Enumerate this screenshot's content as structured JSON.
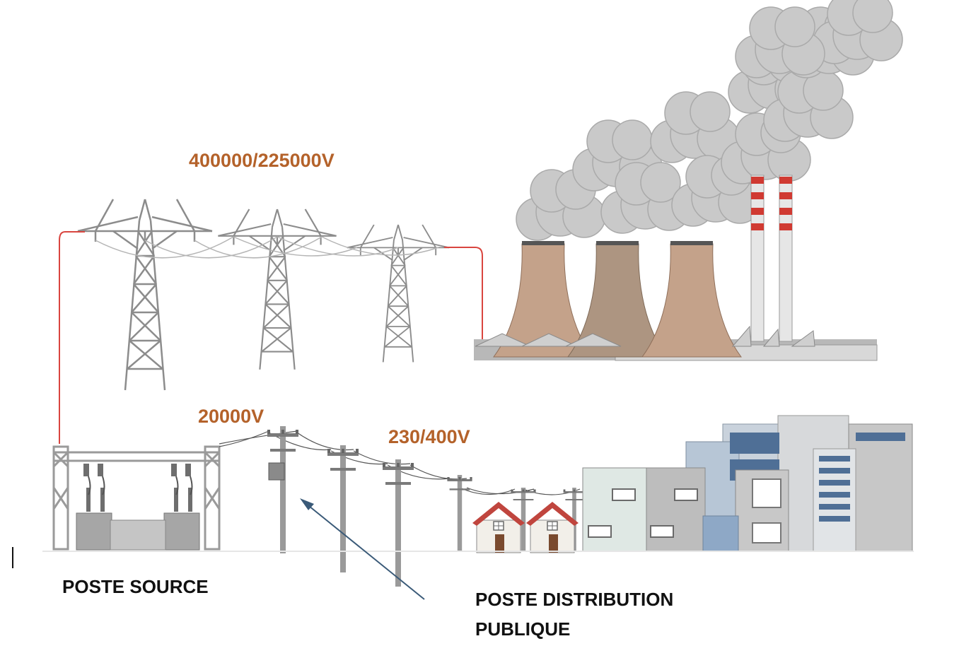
{
  "voltages": {
    "transmission": "400000/225000V",
    "distribution": "20000V",
    "low_voltage": "230/400V"
  },
  "captions": {
    "poste_source": "POSTE SOURCE",
    "poste_distribution_line1": "POSTE DISTRIBUTION",
    "poste_distribution_line2": "PUBLIQUE"
  },
  "colors": {
    "voltage_label": "#b4622a",
    "caption": "#111111",
    "connection_line": "#d9453f",
    "arrow": "#3a5a78",
    "pylon": "#8c8c8c",
    "cooling_tower": "#b89a85",
    "smoke": "#c8c8c8",
    "chimney_stripe": "#d03a32"
  },
  "icons": {
    "power_plant": "nuclear-power-plant-icon",
    "pylon": "transmission-tower-icon",
    "substation": "substation-transformer-icon",
    "pole": "utility-pole-icon",
    "house": "house-icon",
    "city": "city-buildings-icon"
  }
}
